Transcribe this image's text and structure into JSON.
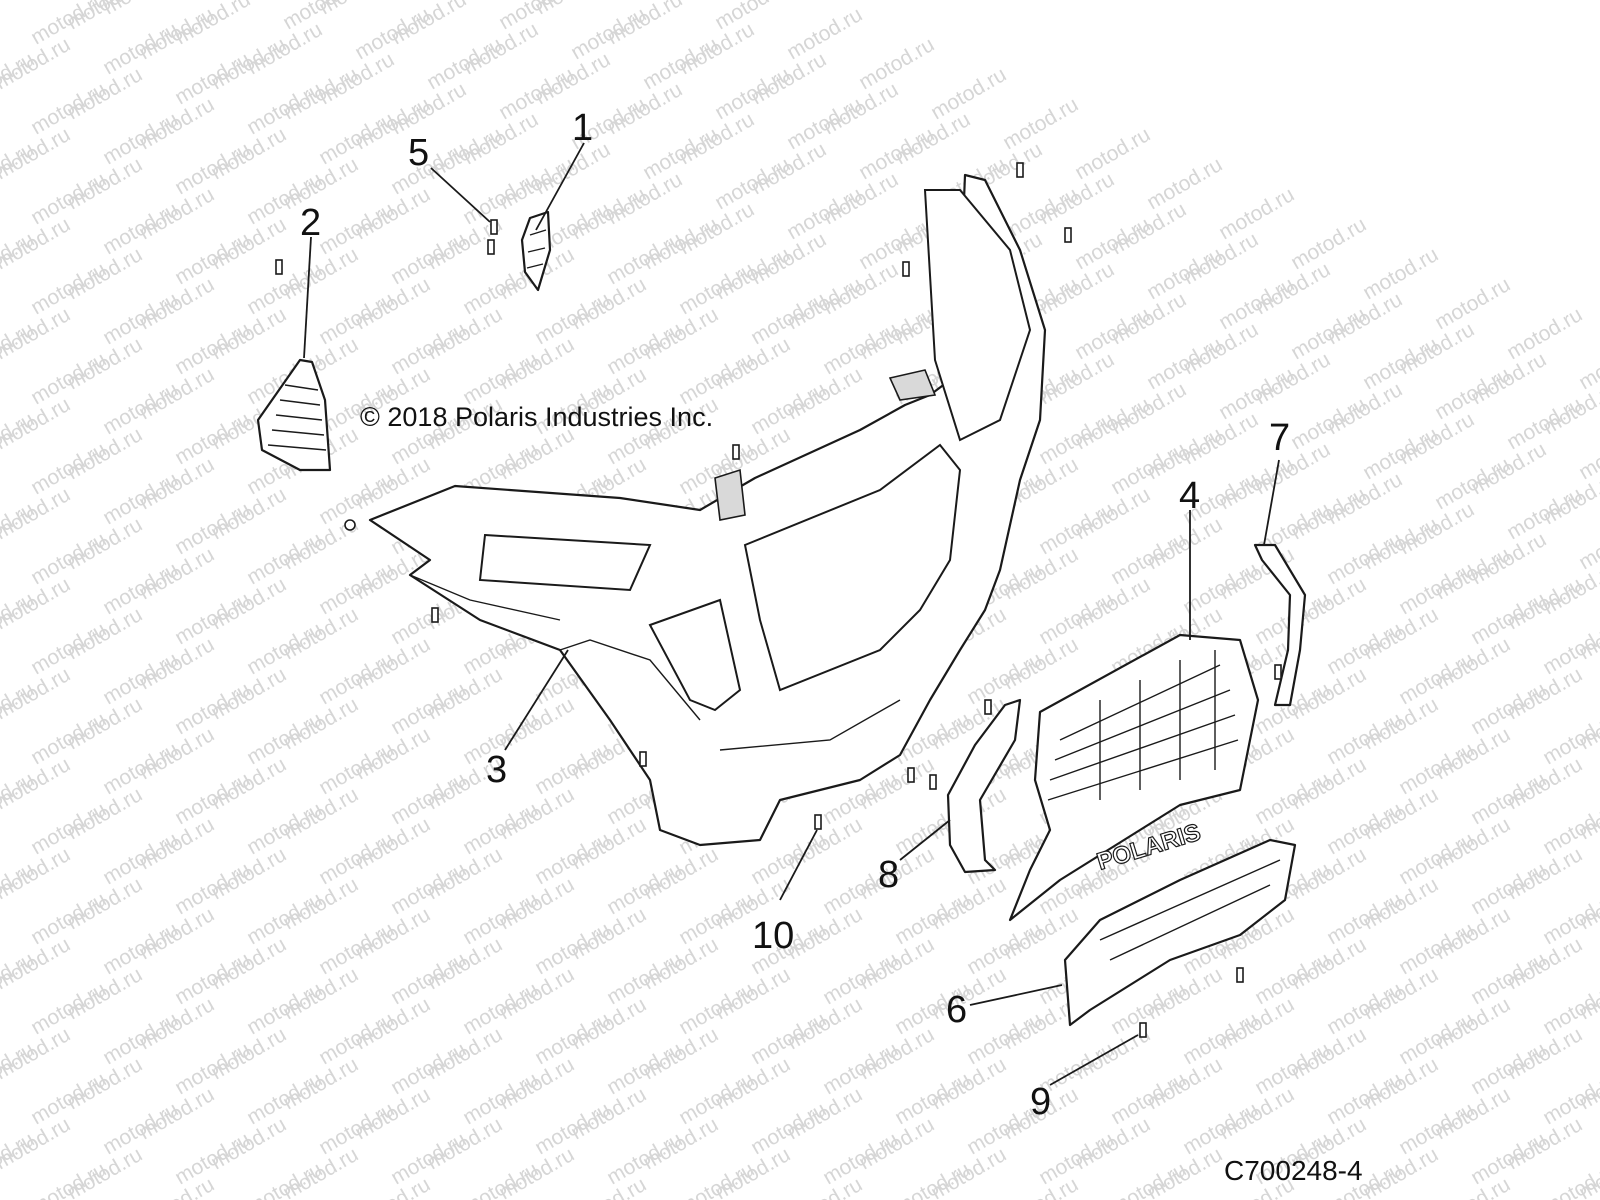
{
  "diagram": {
    "copyright": "© 2018 Polaris Industries Inc.",
    "drawing_number": "C700248-4",
    "watermark": "motod.ru",
    "grille_logo": "POLARIS",
    "callouts": [
      {
        "id": "1",
        "label": "1"
      },
      {
        "id": "2",
        "label": "2"
      },
      {
        "id": "3",
        "label": "3"
      },
      {
        "id": "4",
        "label": "4"
      },
      {
        "id": "5",
        "label": "5"
      },
      {
        "id": "6",
        "label": "6"
      },
      {
        "id": "7",
        "label": "7"
      },
      {
        "id": "8",
        "label": "8"
      },
      {
        "id": "9",
        "label": "9"
      },
      {
        "id": "10",
        "label": "10"
      }
    ],
    "colors": {
      "ink": "#1a1a1a",
      "watermark": "#d6d6d6",
      "background": "#ffffff"
    }
  }
}
